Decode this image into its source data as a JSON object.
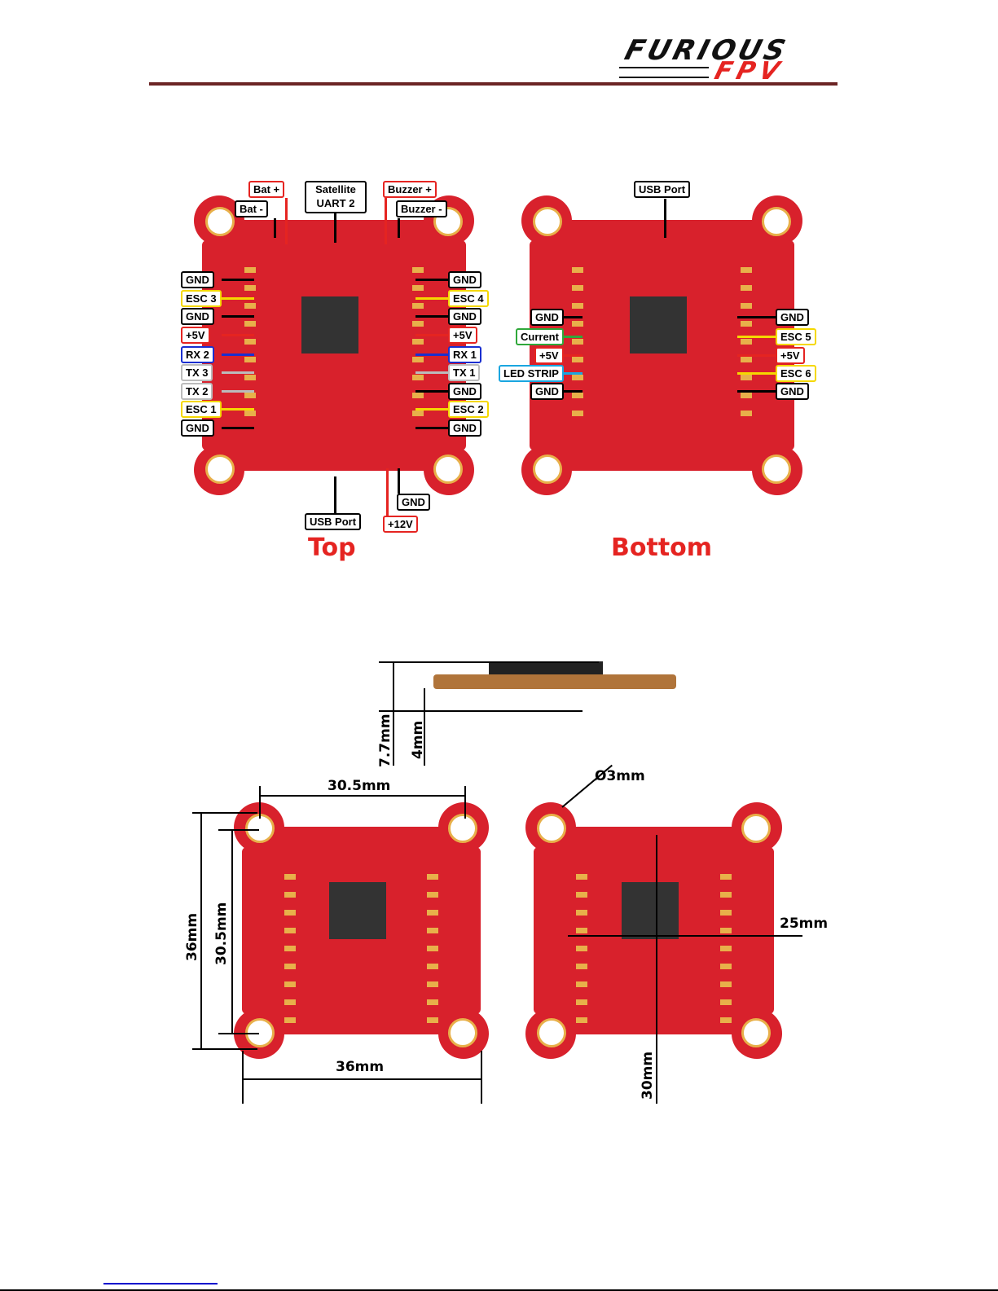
{
  "header": {
    "logo_top": "FURIOUS",
    "logo_bottom": "FPV"
  },
  "pinout_top": {
    "caption": "Top",
    "left": [
      {
        "text": "GND",
        "color": "#000000"
      },
      {
        "text": "ESC 3",
        "color": "#f5d800"
      },
      {
        "text": "GND",
        "color": "#000000"
      },
      {
        "text": "+5V",
        "color": "#e52421"
      },
      {
        "text": "RX 2",
        "color": "#1a2fd0"
      },
      {
        "text": "TX 3",
        "color": "#bbbbbb"
      },
      {
        "text": "TX 2",
        "color": "#bbbbbb"
      },
      {
        "text": "ESC 1",
        "color": "#f5d800"
      },
      {
        "text": "GND",
        "color": "#000000"
      }
    ],
    "right": [
      {
        "text": "GND",
        "color": "#000000"
      },
      {
        "text": "ESC 4",
        "color": "#f5d800"
      },
      {
        "text": "GND",
        "color": "#000000"
      },
      {
        "text": "+5V",
        "color": "#e52421"
      },
      {
        "text": "RX 1",
        "color": "#1a2fd0"
      },
      {
        "text": "TX 1",
        "color": "#bbbbbb"
      },
      {
        "text": "GND",
        "color": "#000000"
      },
      {
        "text": "ESC 2",
        "color": "#f5d800"
      },
      {
        "text": "GND",
        "color": "#000000"
      }
    ],
    "top": [
      {
        "text": "Bat +",
        "color": "#e52421"
      },
      {
        "text": "Bat -",
        "color": "#000000"
      },
      {
        "text": "Satellite UART 2",
        "color": "#000000"
      },
      {
        "text": "Buzzer +",
        "color": "#e52421"
      },
      {
        "text": "Buzzer -",
        "color": "#000000"
      }
    ],
    "bottom": [
      {
        "text": "USB Port",
        "color": "#000000"
      },
      {
        "text": "GND",
        "color": "#000000"
      },
      {
        "text": "+12V",
        "color": "#e52421"
      }
    ]
  },
  "pinout_bottom": {
    "caption": "Bottom",
    "left": [
      {
        "text": "GND",
        "color": "#000000"
      },
      {
        "text": "Current",
        "color": "#2fa83a"
      },
      {
        "text": "+5V",
        "color": "#e52421"
      },
      {
        "text": "LED STRIP",
        "color": "#1aa6e0"
      },
      {
        "text": "GND",
        "color": "#000000"
      }
    ],
    "right": [
      {
        "text": "GND",
        "color": "#000000"
      },
      {
        "text": "ESC 5",
        "color": "#f5d800"
      },
      {
        "text": "+5V",
        "color": "#e52421"
      },
      {
        "text": "ESC 6",
        "color": "#f5d800"
      },
      {
        "text": "GND",
        "color": "#000000"
      }
    ],
    "top": [
      {
        "text": "USB Port",
        "color": "#000000"
      }
    ]
  },
  "dimensions": {
    "height_total": "7.7mm",
    "height_board": "4mm",
    "hole_spacing_h": "30.5mm",
    "board_height": "36mm",
    "hole_spacing_v": "30.5mm",
    "board_width": "36mm",
    "hole_diameter": "Ø3mm",
    "inner_width": "25mm",
    "inner_height": "30mm"
  }
}
